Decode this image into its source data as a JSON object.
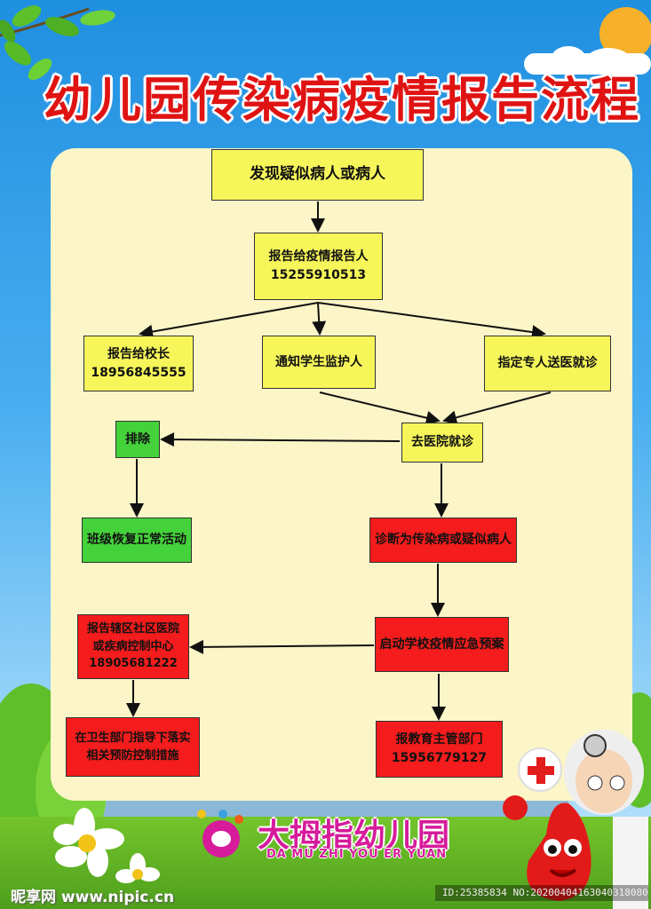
{
  "title": "幼儿园传染病疫情报告流程",
  "nodes": {
    "discover": {
      "lines": [
        "发现疑似病人或病人"
      ]
    },
    "report_reporter": {
      "lines": [
        "报告给疫情报告人",
        "15255910513"
      ]
    },
    "report_principal": {
      "lines": [
        "报告给校长",
        "18956845555"
      ]
    },
    "notify_guardian": {
      "lines": [
        "通知学生监护人"
      ]
    },
    "assign_escort": {
      "lines": [
        "指定专人送医就诊"
      ]
    },
    "exclude": {
      "lines": [
        "排除"
      ]
    },
    "go_hospital": {
      "lines": [
        "去医院就诊"
      ]
    },
    "class_resume": {
      "lines": [
        "班级恢复正常活动"
      ]
    },
    "diagnosed": {
      "lines": [
        "诊断为传染病或疑似病人"
      ]
    },
    "report_district": {
      "lines": [
        "报告辖区社区医院",
        "或疾病控制中心",
        "18905681222"
      ]
    },
    "start_emergency": {
      "lines": [
        "启动学校疫情应急预案"
      ]
    },
    "health_guidance": {
      "lines": [
        "在卫生部门指导下落实",
        "相关预防控制措施"
      ]
    },
    "report_education": {
      "lines": [
        "报教育主管部门",
        "15956779127"
      ]
    }
  },
  "brand": {
    "name": "大拇指幼儿园",
    "name_en": "DA MU ZHI YOU ER YUAN"
  },
  "watermark": {
    "site": "昵享网 www.nipic.cn",
    "id": "ID:25385834 NO:20200404163040318080"
  },
  "icons": [
    "leaf-icon",
    "sun-icon",
    "cloud-icon",
    "red-cross-icon",
    "flower-icon",
    "doctor-mascot-icon",
    "brand-logo-icon"
  ],
  "colors": {
    "yellow": "#f6f65a",
    "green": "#44d23a",
    "red": "#f41c1c",
    "title": "#e01313",
    "panel": "#fbf5c8"
  }
}
